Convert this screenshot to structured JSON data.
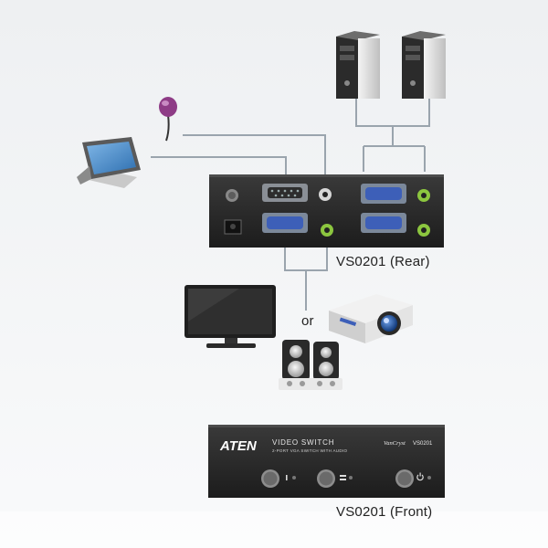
{
  "captions": {
    "rear": "VS0201 (Rear)",
    "front": "VS0201 (Front)",
    "or": "or"
  },
  "front_panel": {
    "brand": "ATEN",
    "product_line": "VIDEO SWITCH",
    "subtitle": "2-PORT VGA SWITCH WITH AUDIO",
    "badge": "VanCryst",
    "model": "VS0201"
  },
  "colors": {
    "cable": "#9aa4ad",
    "device_body": "#2a2a2a",
    "vga_blue": "#3d5fb8",
    "audio_green": "#8cc63f",
    "background_wall": "#f2f3f4"
  },
  "icons": [
    "computer-tower-icon",
    "touch-monitor-icon",
    "microphone-icon",
    "flat-tv-icon",
    "projector-icon",
    "speakers-icon"
  ]
}
